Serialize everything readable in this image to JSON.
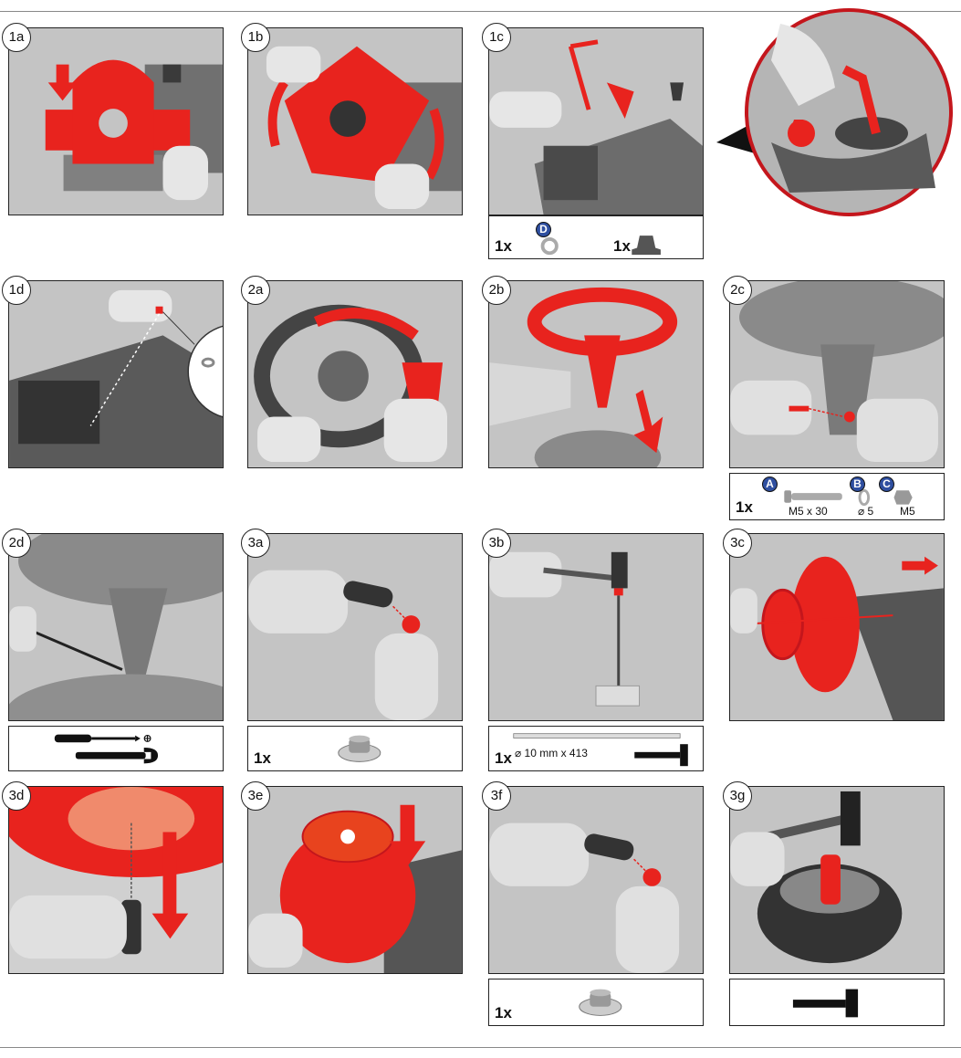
{
  "steps": {
    "s1a": "1a",
    "s1b": "1b",
    "s1c": "1c",
    "s1d": "1d",
    "s2a": "2a",
    "s2b": "2b",
    "s2c": "2c",
    "s2d": "2d",
    "s3a": "3a",
    "s3b": "3b",
    "s3c": "3c",
    "s3d": "3d",
    "s3e": "3e",
    "s3f": "3f",
    "s3g": "3g"
  },
  "parts": {
    "p1c": {
      "qty1": "1x",
      "label_d": "D",
      "qty2": "1x"
    },
    "p2c": {
      "qty": "1x",
      "label_a": "A",
      "label_b": "B",
      "label_c": "C",
      "bolt": "M5 x 30",
      "washer": "⌀ 5",
      "nut": "M5"
    },
    "p3a": {
      "qty": "1x"
    },
    "p3b": {
      "qty": "1x",
      "rod": "⌀ 10 mm x 413"
    },
    "p3f": {
      "qty": "1x"
    }
  },
  "colors": {
    "accent_red": "#e8231e",
    "part_blue": "#2f4fa0",
    "photo_gray": "#bdbdbd"
  }
}
